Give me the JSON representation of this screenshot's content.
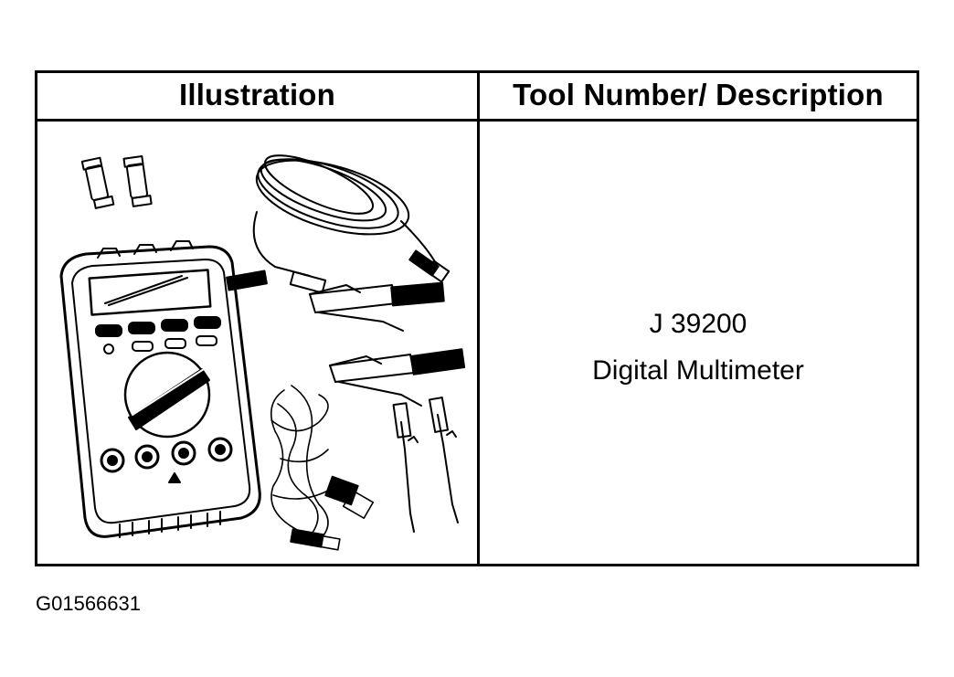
{
  "table": {
    "headers": [
      "Illustration",
      "Tool Number/ Description"
    ],
    "tool_number": "J 39200",
    "tool_description": "Digital Multimeter"
  },
  "figure_code": "G01566631",
  "illustration_icon": "digital-multimeter-kit-icon"
}
